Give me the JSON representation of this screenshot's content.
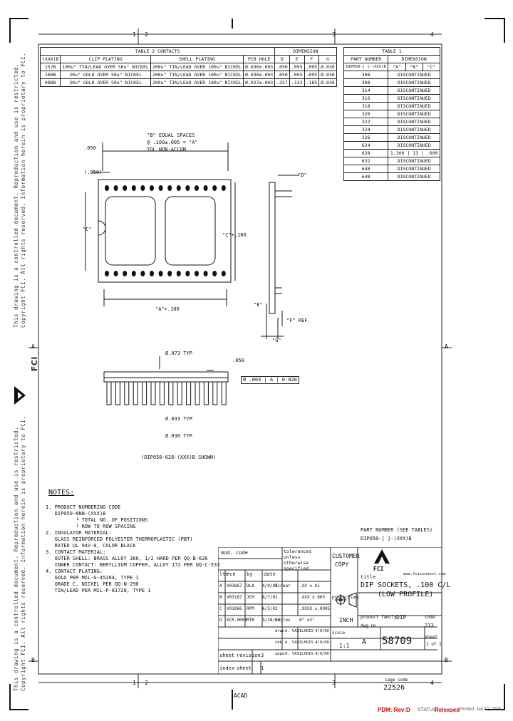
{
  "zones": {
    "top": [
      "1",
      "2",
      "3",
      "4"
    ],
    "bottom": [
      "1",
      "2",
      "3",
      "4"
    ],
    "left": [
      "A",
      "B"
    ],
    "right": [
      "A",
      "B"
    ]
  },
  "table2": {
    "title": "TABLE 2 CONTACTS",
    "dimension_header": "DIMENSION",
    "headers": [
      "(XXX)B",
      "CLIP PLATING",
      "SHELL PLATING",
      "PCB HOLE",
      "D",
      "E",
      "F",
      "G"
    ],
    "rows": [
      [
        "157B",
        "100u\" TIN/LEAD OVER 50u\" NICKEL",
        "200u\" TIN/LEAD OVER 100u\" NICKEL",
        "Ø.036±.003",
        ".050",
        ".095",
        ".095",
        "Ø.030"
      ],
      [
        "160B",
        "30u\" GOLD OVER 50u\" NICKEL",
        "200u\" TIN/LEAD OVER 100u\" NICKEL",
        "Ø.036±.003",
        ".050",
        ".095",
        ".095",
        "Ø.030"
      ],
      [
        "088B",
        "30u\" GOLD OVER 50u\" NICKEL",
        "200u\" TIN/LEAD OVER 100u\" NICKEL",
        "Ø.027±.003",
        ".257",
        ".132",
        ".185",
        "Ø.030"
      ]
    ]
  },
  "table1": {
    "title": "TABLE 1",
    "headers": [
      "PART NUMBER",
      "DIMENSION"
    ],
    "subheaders": [
      "DIP050-[ ]-(XXX)B",
      "\"A\"",
      "\"B\"",
      "\"C\""
    ],
    "rows": [
      [
        "306",
        "DISCONTINUED"
      ],
      [
        "308",
        "DISCONTINUED"
      ],
      [
        "314",
        "DISCONTINUED"
      ],
      [
        "316",
        "DISCONTINUED"
      ],
      [
        "318",
        "DISCONTINUED"
      ],
      [
        "320",
        "DISCONTINUED"
      ],
      [
        "322",
        "DISCONTINUED"
      ],
      [
        "324",
        "DISCONTINUED"
      ],
      [
        "326",
        "DISCONTINUED"
      ],
      [
        "624",
        "DISCONTINUED"
      ],
      [
        "628",
        "1.300 | 13 | .600"
      ],
      [
        "632",
        "DISCONTINUED"
      ],
      [
        "640",
        "DISCONTINUED"
      ],
      [
        "648",
        "DISCONTINUED"
      ]
    ]
  },
  "drawing": {
    "dim_b_equal": "\"B\" EQUAL SPACES",
    "dim_b_tol": "@ .100±.005 = \"A\"",
    "dim_b_tol2": "TOL NON-ACCUM",
    "dim_050": ".050",
    "dim_050b": "(.050)",
    "dim_c": "\"C\"",
    "dim_c100": "\"C\"+.100",
    "dim_a100": "\"A\"+.100",
    "dim_d": "\"D\"",
    "dim_e": "\"E\"",
    "dim_f": "\"F\" REF.",
    "dim_g": "\"G\"",
    "dim_073": "Ø.073 TYP",
    "dim_050c": ".050",
    "fcf": "Ø .003 | A | 0.020",
    "dim_033": "Ø.033 TYP",
    "dim_030": "Ø.030 TYP",
    "caption": "(DIP050-628-(XXX)B SHOWN)"
  },
  "notes": {
    "title": "NOTES:",
    "items": [
      "1. PRODUCT NUMBERING CODE",
      "   DIP050-NNN-(XXX)B",
      "          └ TOTAL NO. OF POSITIONS",
      "          └ ROW TO ROW SPACING",
      "2. INSULATOR MATERIAL:",
      "   GLASS REINFORCED POLYESTER THERMOPLASTIC (PBT)",
      "   RATED UL 94V-0, COLOR BLACK",
      "3. CONTACT MATERIAL:",
      "   OUTER SHELL: BRASS ALLOY 360, 1/2 HARD PER QQ-B-626",
      "   INNER CONTACT: BERYLLIUM COPPER, ALLOY 172 PER QQ-C-533",
      "4. CONTACT PLATING:",
      "   GOLD PER MIL-G-45204, TYPE 1",
      "   GRADE C, NICKEL PER QQ-N-290",
      "   TIN/LEAD PER MIL-P-81728, TYPE 1"
    ]
  },
  "title_block": {
    "part_number_label": "PART NUMBER (SEE TABLES)",
    "part_number": "DIP050-[ ]-(XXX)B",
    "mod_code": "mod. code",
    "tolerances": "tolerances unless otherwise specified",
    "customer": "CUSTOMER",
    "copy": "COPY",
    "company": "FCI",
    "website": "www.fciconnect.com",
    "title_label": "title",
    "title_line1": "DIP SOCKETS, .100 C/L",
    "title_line2": "(LOW PROFILE)",
    "rev_headers": [
      "ltr",
      "ecn",
      "by",
      "date"
    ],
    "revs": [
      [
        "A",
        "V03867",
        "DLA",
        "4/9/00"
      ],
      [
        "B",
        "V03187",
        "JCM",
        "8/7/01"
      ],
      [
        "C",
        "V01066",
        "RPM",
        "6/5/02"
      ],
      [
        "D",
        "ECR-0003",
        "MTB",
        "3/18/03"
      ]
    ],
    "tol_rows": [
      [
        "linear",
        ".XX ±.01"
      ],
      [
        "",
        ".XXX ±.005"
      ],
      [
        "",
        ".XXXX ±.0005"
      ],
      [
        "angles",
        "0° ±2°"
      ]
    ],
    "projection": "projection",
    "inch": "INCH",
    "product_family_label": "product family",
    "product_family": "DIP",
    "code_label": "code",
    "code": "213",
    "sign_rows": [
      [
        "drwn",
        "A. VASILHOIS",
        "4/9/00"
      ],
      [
        "chk",
        "A. VASILHOIS",
        "4/9/00"
      ],
      [
        "appd",
        "A. VASILHOIS",
        "4/9/00"
      ]
    ],
    "scale_label": "scale",
    "scale": "1:1",
    "size_label": "dwg no",
    "size": "A",
    "dwg_no": "58709",
    "sheet_label": "sheet",
    "sheet": "1 of 1",
    "sheet_row": [
      "sheet",
      "revision",
      "3"
    ],
    "index_row": [
      "index",
      "sheet",
      "1"
    ],
    "cage_label": "cage code",
    "cage": "22526"
  },
  "acad": "ACAD",
  "footer": {
    "pdm": "PDM: Rev:D",
    "status_label": "STATUS:",
    "status": "Released",
    "printed": "Printed: Jan 17, 2005"
  },
  "side_text_1": "This drawing is a controlled document. Reproduction and use is restricted.",
  "side_text_2": "Copyright FCI. All rights reserved. Information herein is proprietary to FCI.",
  "side_logo": "FCI"
}
